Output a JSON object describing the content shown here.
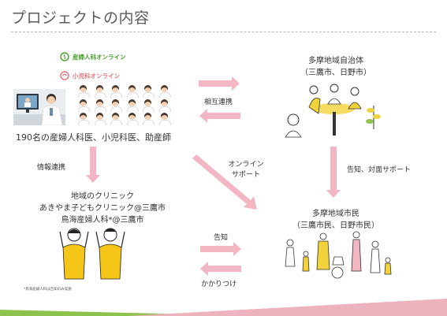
{
  "title": "プロジェクトの内容",
  "logos": {
    "ob": "産婦人科オンライン",
    "ped": "小児科オンライン"
  },
  "nodes": {
    "doctors": "190名の産婦人科医、小児科医、助産師",
    "city": {
      "line1": "多摩地域自治体",
      "line2": "（三鷹市、日野市）"
    },
    "clinics": {
      "line1": "地域のクリニック",
      "line2": "あきやま子どもクリニック@三鷹市",
      "line3": "鳥海産婦人科*@三鷹市"
    },
    "citizens": {
      "line1": "多摩地域市民",
      "line2": "（三鷹市民、日野市民）"
    }
  },
  "edges": {
    "mutual": "相互連携",
    "info": "情報連携",
    "online": {
      "line1": "オンライン",
      "line2": "サポート"
    },
    "notify_support": "告知、対面サポート",
    "notify": "告知",
    "family_doctor": "かかりつけ"
  },
  "footnote": "*鳥海産婦人科は告知のみ実施",
  "colors": {
    "arrow": "#f2b7c2",
    "ob_green": "#4aa12e",
    "ped_pink": "#e0757b",
    "ground_green": "#8cc24d",
    "ground_pink": "#ecb3be",
    "shirt_yellow": "#f5c518",
    "illus_yellow": "#f2d23a"
  }
}
